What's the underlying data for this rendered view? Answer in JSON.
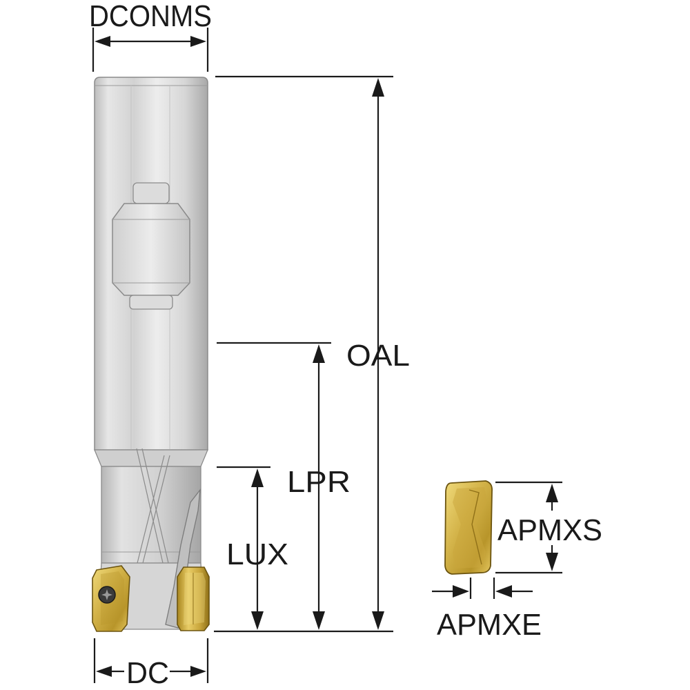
{
  "labels": {
    "dconms": "DCONMS",
    "oal": "OAL",
    "lpr": "LPR",
    "lux": "LUX",
    "dc": "DC",
    "apmxs": "APMXS",
    "apmxe": "APMXE"
  },
  "colors": {
    "shank_mid": "#d9d9d9",
    "shank_dark": "#a8a8a8",
    "shank_light": "#f2f2f2",
    "insert_gold": "#d4b44a",
    "insert_dark": "#9a7a1c",
    "line": "#1a1a1a"
  },
  "icons": {
    "screw": "torx-screw-icon"
  }
}
